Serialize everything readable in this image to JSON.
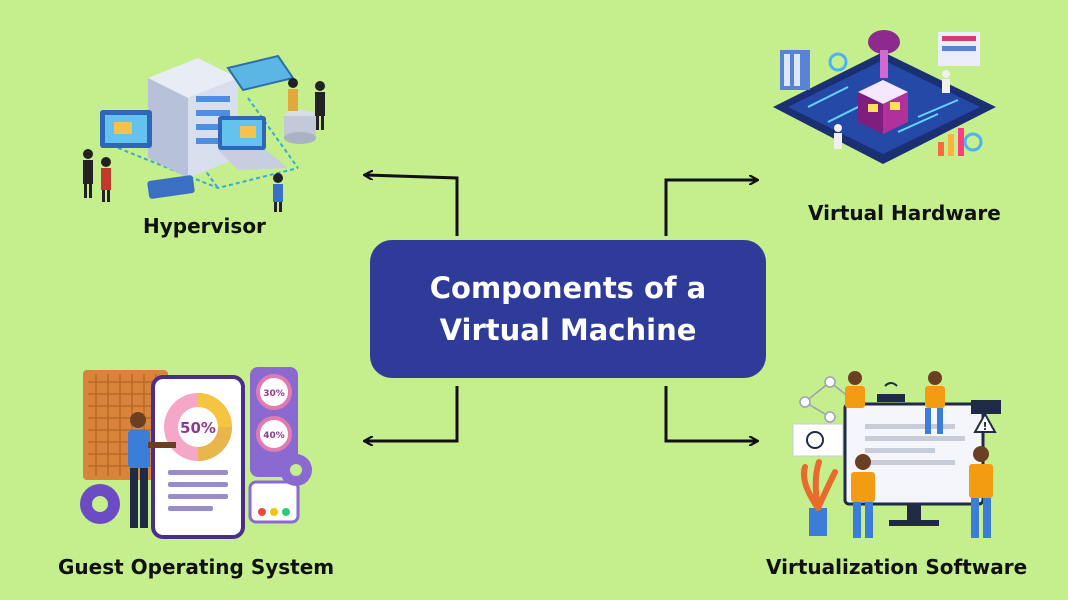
{
  "title": "Components of a Virtual Machine",
  "components": {
    "hypervisor": "Hypervisor",
    "virtual_hardware": "Virtual Hardware",
    "guest_os": "Guest Operating System",
    "virtualization_software": "Virtualization Software"
  },
  "illustration_text": {
    "gauge_big": "50%",
    "gauge_small_1": "30%",
    "gauge_small_2": "40%"
  },
  "colors": {
    "background": "#c5ee8d",
    "center_box": "#2e3b99",
    "center_text": "#ffffff",
    "label_text": "#111111",
    "arrow": "#111111"
  }
}
